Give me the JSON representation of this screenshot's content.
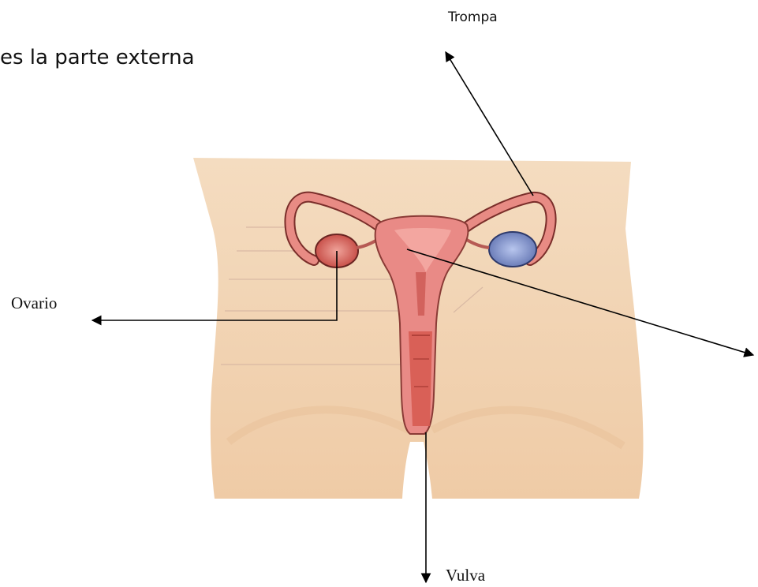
{
  "heading": "es la parte externa",
  "labels": {
    "trompa": "Trompa",
    "ovario": "Ovario",
    "vulva": "Vulva"
  },
  "colors": {
    "skin": "#f2d3b3",
    "uterus": "#e98a86",
    "ovary_left": "#d9534f",
    "ovary_right": "#7a8fc7",
    "arrow": "#000000"
  }
}
